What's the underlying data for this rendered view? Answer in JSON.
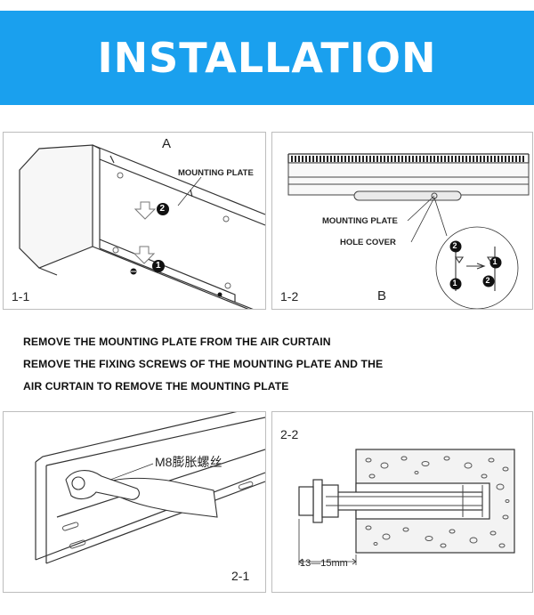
{
  "header": {
    "title": "INSTALLATION"
  },
  "panel_1_1": {
    "step": "1-1",
    "letter": "A",
    "callout": "MOUNTING PLATE",
    "marker_1": "1",
    "marker_2": "2"
  },
  "panel_1_2": {
    "step": "1-2",
    "letter": "B",
    "callout_plate": "MOUNTING PLATE",
    "callout_cover": "HOLE COVER",
    "marker_1": "1",
    "marker_2": "2"
  },
  "description": {
    "line1": "REMOVE THE MOUNTING PLATE FROM THE AIR CURTAIN",
    "line2": "REMOVE THE FIXING SCREWS OF THE MOUNTING PLATE AND THE",
    "line3": "AIR CURTAIN TO REMOVE THE MOUNTING PLATE"
  },
  "panel_2_1": {
    "step": "2-1",
    "callout": "M8膨胀螺丝"
  },
  "panel_2_2": {
    "step": "2-2",
    "dimension": "13—15mm"
  },
  "colors": {
    "banner": "#1aa0ee",
    "line": "#333333",
    "frame": "#bdbdbd"
  }
}
